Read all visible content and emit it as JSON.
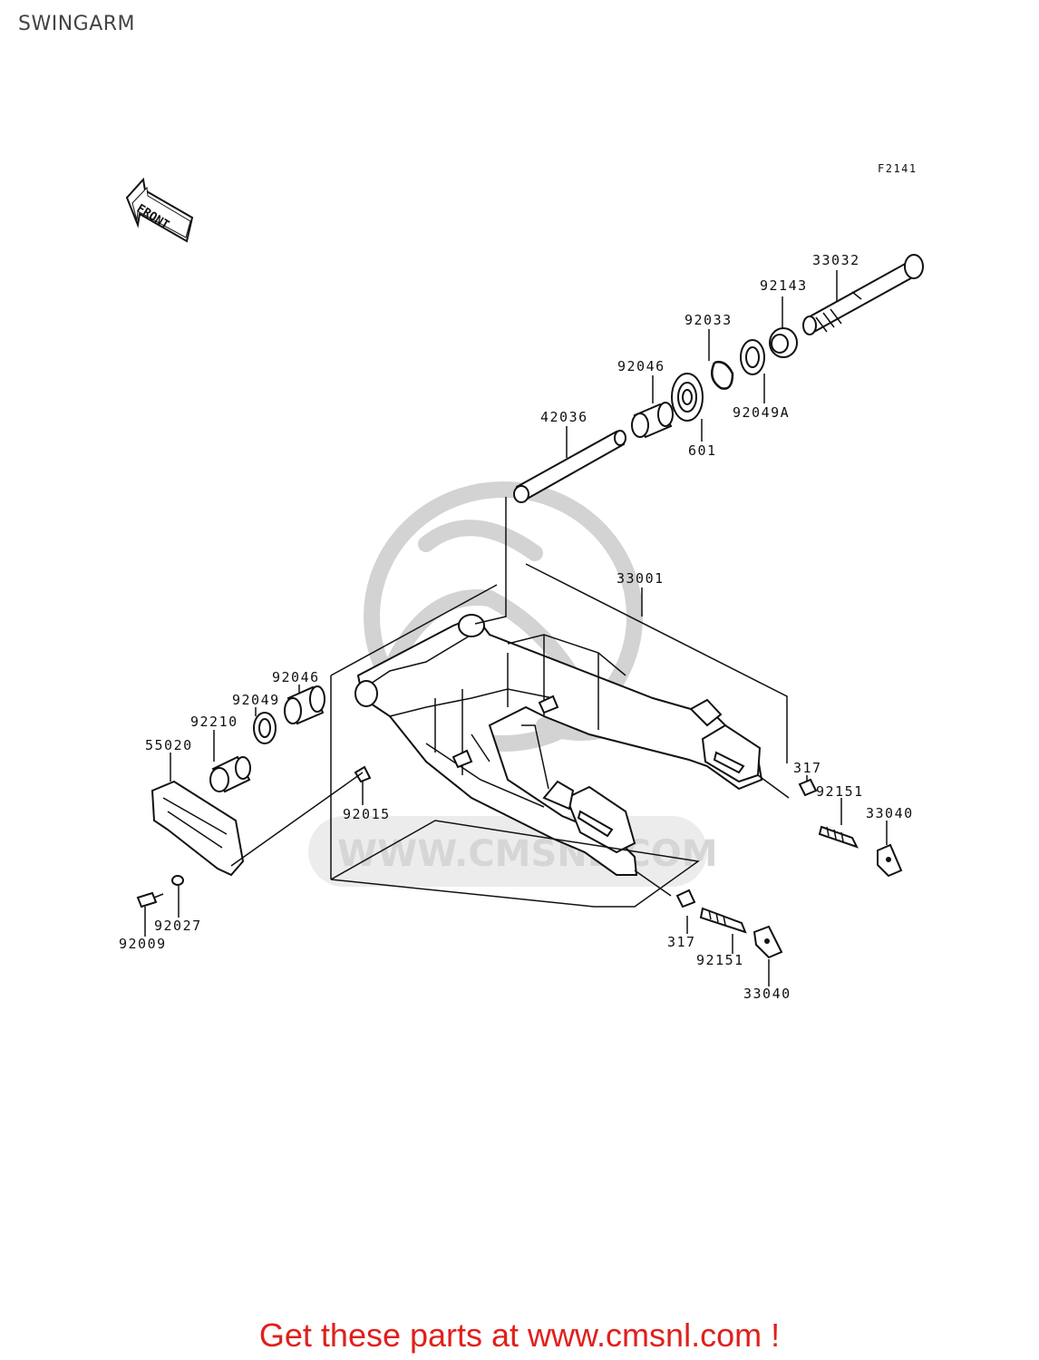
{
  "title": "SWINGARM",
  "figure_code": "F2141",
  "front_badge": "FRONT",
  "watermark_text": "WWW.CMSNL.COM",
  "footer": "Get these parts at www.cmsnl.com !",
  "colors": {
    "footer": "#e0201c",
    "watermark": "#d3d3d3",
    "ink": "#111111"
  },
  "labels": {
    "l33032": "33032",
    "l92143": "92143",
    "l92033": "92033",
    "l92046a": "92046",
    "l92049a": "92049A",
    "l42036": "42036",
    "l601": "601",
    "l33001": "33001",
    "l92046b": "92046",
    "l92049": "92049",
    "l92210": "92210",
    "l55020": "55020",
    "l92015": "92015",
    "l317a": "317",
    "l92151a": "92151",
    "l33040a": "33040",
    "l92027": "92027",
    "l92009": "92009",
    "l317b": "317",
    "l92151b": "92151",
    "l33040b": "33040"
  }
}
